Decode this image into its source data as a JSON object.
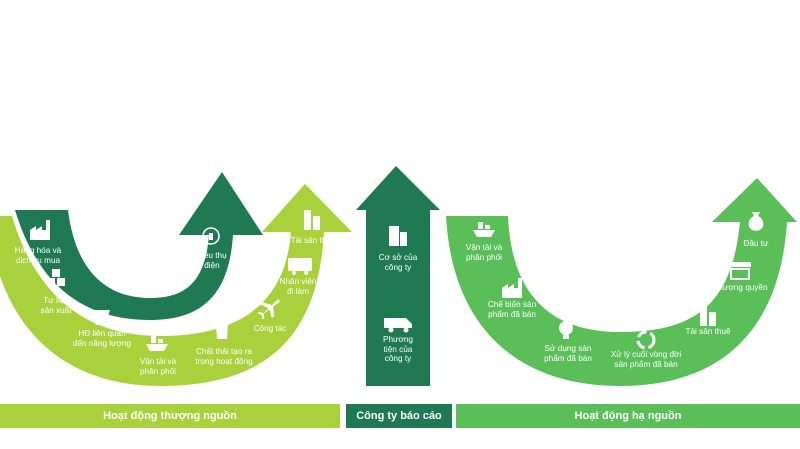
{
  "colors": {
    "dark_green": "#1f7a54",
    "light_green": "#a8d13c",
    "mid_green": "#5bbf59",
    "upstream_bar": "#a8d13c",
    "company_bar": "#1f7a54",
    "downstream_bar": "#5bbf59",
    "icon": "#ffffff"
  },
  "upstream": {
    "bar_label": "Hoạt động thượng nguồn",
    "items": [
      {
        "icon": "factory-icon",
        "label": "Hàng hóa và\ndịch vụ mua"
      },
      {
        "icon": "boxes-icon",
        "label": "Tư liệu\nsản xuất"
      },
      {
        "icon": "mining-cart-icon",
        "label": "HĐ liên quan\nđến năng lượng"
      },
      {
        "icon": "ship-icon",
        "label": "Vận tải và\nphân phối"
      },
      {
        "icon": "trash-bin-icon",
        "label": "Chất thải tạo ra\ntrong hoạt động"
      },
      {
        "icon": "airplane-icon",
        "label": "Công tác"
      },
      {
        "icon": "train-icon",
        "label": "Nhân viên\nđi làm"
      },
      {
        "icon": "building-icon",
        "label": "Tài sản thuê"
      },
      {
        "icon": "lightbulb-icon",
        "label": "Tiêu thụ\nđiện"
      }
    ]
  },
  "company": {
    "bar_label": "Công ty báo cáo",
    "items": [
      {
        "icon": "office-building-icon",
        "label": "Cơ sở của\ncông ty"
      },
      {
        "icon": "van-icon",
        "label": "Phương\ntiện của\ncông ty"
      }
    ]
  },
  "downstream": {
    "bar_label": "Hoạt động hạ nguồn",
    "items": [
      {
        "icon": "ship-icon",
        "label": "Vận tải và\nphân phối"
      },
      {
        "icon": "factory-icon",
        "label": "Chế biến sản\nphẩm đã bán"
      },
      {
        "icon": "lightbulb-icon",
        "label": "Sử dụng sản\nphẩm đã bán"
      },
      {
        "icon": "recycle-icon",
        "label": "Xử lý cuối vòng đời\nsản phẩm đã bán"
      },
      {
        "icon": "building-icon",
        "label": "Tài sản thuê"
      },
      {
        "icon": "storefront-icon",
        "label": "Nhượng quyền"
      },
      {
        "icon": "money-bag-icon",
        "label": "Đầu tư"
      }
    ]
  }
}
